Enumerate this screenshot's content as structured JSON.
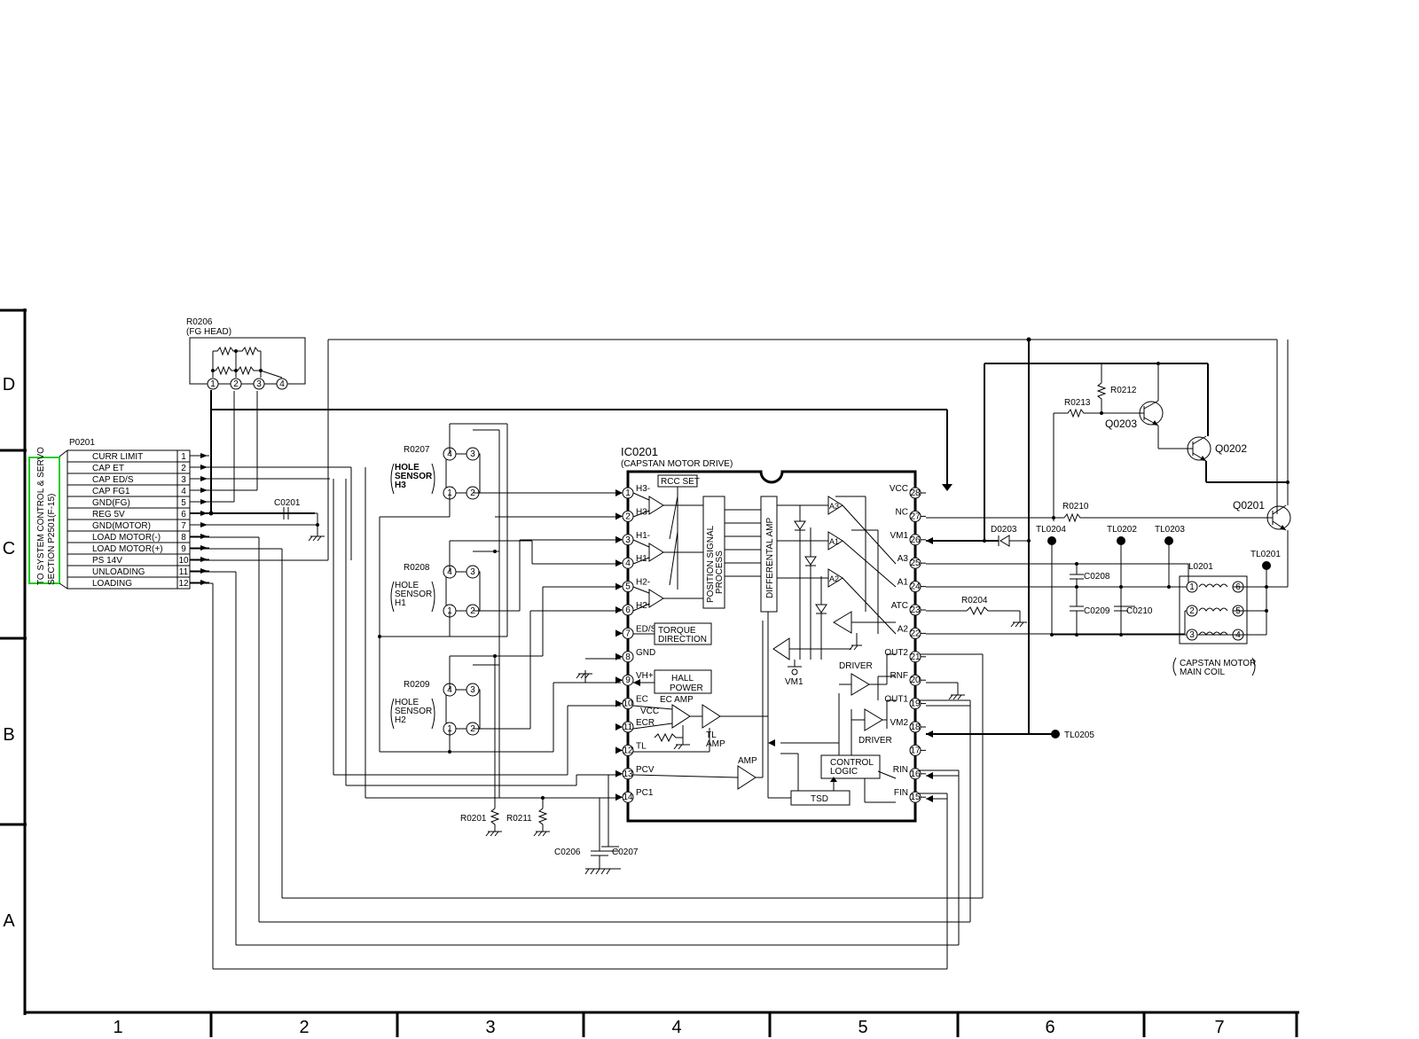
{
  "grid": {
    "rows": [
      "D",
      "C",
      "B",
      "A"
    ],
    "cols": [
      "1",
      "2",
      "3",
      "4",
      "5",
      "6",
      "7"
    ]
  },
  "connector": {
    "ref": "P0201",
    "note_line1": "TO SYSTEM CONTROL & SERVO",
    "note_line2": "SECTION P2501(F-15)",
    "note_color": "#22cc22",
    "pins": [
      {
        "num": "1",
        "label": "CURR LIMIT"
      },
      {
        "num": "2",
        "label": "CAP ET"
      },
      {
        "num": "3",
        "label": "CAP ED/S"
      },
      {
        "num": "4",
        "label": "CAP FG1"
      },
      {
        "num": "5",
        "label": "GND(FG)"
      },
      {
        "num": "6",
        "label": "REG 5V"
      },
      {
        "num": "7",
        "label": "GND(MOTOR)"
      },
      {
        "num": "8",
        "label": "LOAD MOTOR(-)"
      },
      {
        "num": "9",
        "label": "LOAD MOTOR(+)"
      },
      {
        "num": "10",
        "label": "PS 14V"
      },
      {
        "num": "11",
        "label": "UNLOADING"
      },
      {
        "num": "12",
        "label": "LOADING"
      }
    ]
  },
  "fg_head": {
    "ref": "R0206",
    "name": "(FG HEAD)",
    "pins": [
      "1",
      "2",
      "3",
      "4"
    ]
  },
  "hole_sensors": [
    {
      "ref": "R0207",
      "line1": "HOLE",
      "line2": "SENSOR",
      "line3": "H3",
      "pins": [
        "4",
        "3",
        "1",
        "2"
      ]
    },
    {
      "ref": "R0208",
      "line1": "HOLE",
      "line2": "SENSOR",
      "line3": "H1",
      "pins": [
        "4",
        "3",
        "1",
        "2"
      ]
    },
    {
      "ref": "R0209",
      "line1": "HOLE",
      "line2": "SENSOR",
      "line3": "H2",
      "pins": [
        "4",
        "3",
        "1",
        "2"
      ]
    }
  ],
  "ic": {
    "ref": "IC0201",
    "name": "(CAPSTAN MOTOR DRIVE)",
    "left_pins": [
      {
        "num": "1",
        "label": "H3-"
      },
      {
        "num": "2",
        "label": "H3+"
      },
      {
        "num": "3",
        "label": "H1-"
      },
      {
        "num": "4",
        "label": "H1+"
      },
      {
        "num": "5",
        "label": "H2-"
      },
      {
        "num": "6",
        "label": "H2+"
      },
      {
        "num": "7",
        "label": "ED/S"
      },
      {
        "num": "8",
        "label": "GND"
      },
      {
        "num": "9",
        "label": "VH+"
      },
      {
        "num": "10",
        "label": "EC"
      },
      {
        "num": "11",
        "label": "ECR"
      },
      {
        "num": "12",
        "label": "TL"
      },
      {
        "num": "13",
        "label": "PCV"
      },
      {
        "num": "14",
        "label": "PC1"
      }
    ],
    "right_pins": [
      {
        "num": "28",
        "label": "VCC"
      },
      {
        "num": "27",
        "label": "NC"
      },
      {
        "num": "26",
        "label": "VM1"
      },
      {
        "num": "25",
        "label": "A3"
      },
      {
        "num": "24",
        "label": "A1"
      },
      {
        "num": "23",
        "label": "ATC"
      },
      {
        "num": "22",
        "label": "A2"
      },
      {
        "num": "21",
        "label": "OUT2"
      },
      {
        "num": "20",
        "label": "RNF"
      },
      {
        "num": "19",
        "label": "OUT1"
      },
      {
        "num": "18",
        "label": "VM2"
      },
      {
        "num": "17",
        "label": ""
      },
      {
        "num": "16",
        "label": "RIN"
      },
      {
        "num": "15",
        "label": "FIN"
      }
    ],
    "blocks": {
      "rcc_set": "RCC SET",
      "position_line1": "POSITION SIGNAL",
      "position_line2": "PROCESS",
      "differential": "DIFFERENTAL AMP",
      "torque_line1": "TORQUE",
      "torque_line2": "DIRECTION",
      "hall_line1": "HALL",
      "hall_line2": "POWER",
      "ec_amp": "EC AMP",
      "vcc": "VCC",
      "tl_amp_line1": "TL",
      "tl_amp_line2": "AMP",
      "amp": "AMP",
      "control_line1": "CONTROL",
      "control_line2": "LOGIC",
      "tsd": "TSD",
      "driver_top": "DRIVER",
      "driver_bottom": "DRIVER",
      "vm1": "VM1",
      "a3": "A3",
      "a1": "A1",
      "a2": "A2"
    }
  },
  "components": {
    "c0201": "C0201",
    "r0201": "R0201",
    "r0211": "R0211",
    "c0206": "C0206",
    "c0207": "C0207",
    "r0212": "R0212",
    "r0213": "R0213",
    "q0203": "Q0203",
    "q0202": "Q0202",
    "q0201": "Q0201",
    "r0210": "R0210",
    "d0203": "D0203",
    "tl0204": "TL0204",
    "tl0202": "TL0202",
    "tl0203": "TL0203",
    "tl0201": "TL0201",
    "tl0205": "TL0205",
    "l0201": "L0201",
    "c0208": "C0208",
    "c0209": "C0209",
    "c0210": "C0210",
    "r0204": "R0204",
    "motor_line1": "CAPSTAN MOTOR",
    "motor_line2": "MAIN COIL",
    "coil_pins_left": [
      "1",
      "2",
      "3"
    ],
    "coil_pins_right": [
      "6",
      "5",
      "4"
    ]
  }
}
